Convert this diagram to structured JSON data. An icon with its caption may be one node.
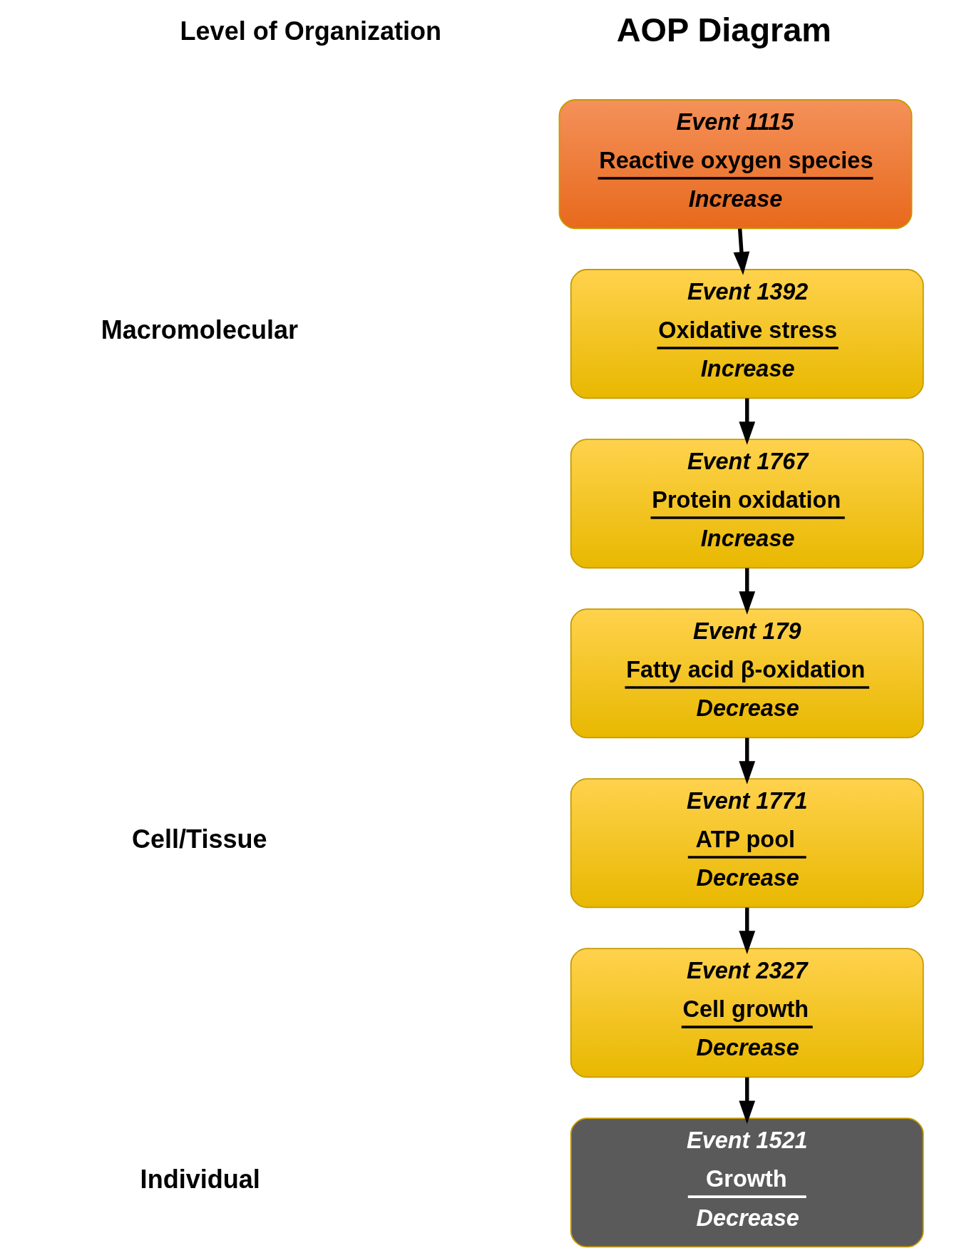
{
  "diagram": {
    "nodes": [
      {
        "text": [
          "Event 1115",
          "Reactive oxygen species",
          "Increase"
        ]
      },
      {
        "text": [
          "Event 1392",
          "Oxidative stress",
          "Increase"
        ]
      },
      {
        "text": [
          "Event 1767",
          "Protein oxidation",
          "Increase"
        ]
      },
      {
        "text": [
          "Event 179",
          "Fatty acid β-oxidation",
          "Decrease"
        ]
      },
      {
        "text": [
          "Event 1771",
          "ATP pool",
          "Decrease"
        ]
      },
      {
        "text": [
          "Event 2327",
          "Cell growth",
          "Decrease"
        ]
      },
      {
        "text": [
          "Event 1521",
          "Growth",
          "Decrease"
        ]
      }
    ],
    "edges": [
      {
        "from": 0,
        "to": 1,
        "arrow": "to"
      },
      {
        "from": 1,
        "to": 2,
        "arrow": "to"
      },
      {
        "from": 2,
        "to": 3,
        "arrow": "to"
      },
      {
        "from": 3,
        "to": 4,
        "arrow": "to"
      },
      {
        "from": 4,
        "to": 5,
        "arrow": "to"
      },
      {
        "from": 5,
        "to": 6,
        "arrow": "to"
      }
    ],
    "labels": [
      "Level of Organization",
      "AOP Diagram",
      "Macromolecular",
      "Cell/Tissue",
      "Individual"
    ]
  }
}
